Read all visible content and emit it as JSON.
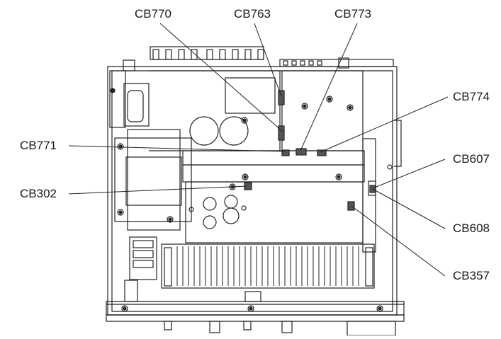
{
  "connectors": {
    "cb770": "CB770",
    "cb763": "CB763",
    "cb773": "CB773",
    "cb774": "CB774",
    "cb771": "CB771",
    "cb607": "CB607",
    "cb302": "CB302",
    "cb608": "CB608",
    "cb357": "CB357"
  }
}
